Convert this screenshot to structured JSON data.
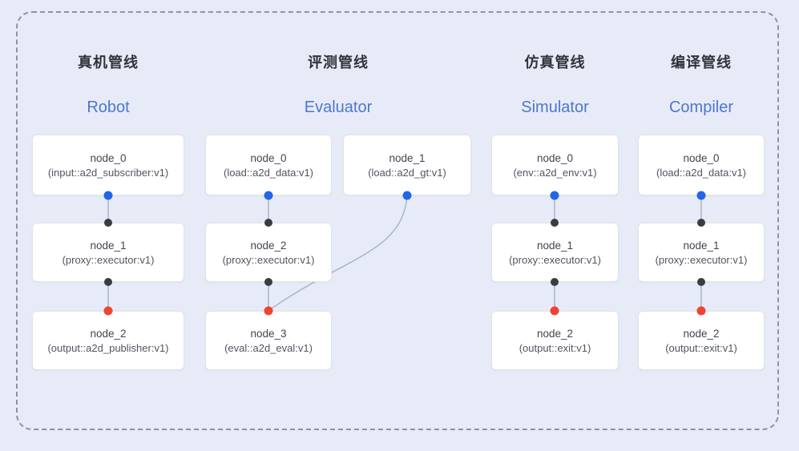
{
  "diagram": {
    "pipelines": [
      {
        "title": "真机管线",
        "subtitle": "Robot",
        "nodes": [
          {
            "name": "node_0",
            "type": "(input::a2d_subscriber:v1)",
            "port_bottom": "blue"
          },
          {
            "name": "node_1",
            "type": "(proxy::executor:v1)",
            "port_top": "dark",
            "port_bottom": "dark"
          },
          {
            "name": "node_2",
            "type": "(output::a2d_publisher:v1)",
            "port_top": "red"
          }
        ]
      },
      {
        "title": "评测管线",
        "subtitle": "Evaluator",
        "nodes": [
          {
            "name": "node_0",
            "type": "(load::a2d_data:v1)",
            "port_bottom": "blue"
          },
          {
            "name": "node_1",
            "type": "(load::a2d_gt:v1)",
            "port_bottom": "blue"
          },
          {
            "name": "node_2",
            "type": "(proxy::executor:v1)",
            "port_top": "dark",
            "port_bottom": "dark"
          },
          {
            "name": "node_3",
            "type": "(eval::a2d_eval:v1)",
            "port_top": "red"
          }
        ]
      },
      {
        "title": "仿真管线",
        "subtitle": "Simulator",
        "nodes": [
          {
            "name": "node_0",
            "type": "(env::a2d_env:v1)",
            "port_bottom": "blue"
          },
          {
            "name": "node_1",
            "type": "(proxy::executor:v1)",
            "port_top": "dark",
            "port_bottom": "dark"
          },
          {
            "name": "node_2",
            "type": "(output::exit:v1)",
            "port_top": "red"
          }
        ]
      },
      {
        "title": "编译管线",
        "subtitle": "Compiler",
        "nodes": [
          {
            "name": "node_0",
            "type": "(load::a2d_data:v1)",
            "port_bottom": "blue"
          },
          {
            "name": "node_1",
            "type": "(proxy::executor:v1)",
            "port_top": "dark",
            "port_bottom": "dark"
          },
          {
            "name": "node_2",
            "type": "(output::exit:v1)",
            "port_top": "red"
          }
        ]
      }
    ],
    "edges": [
      {
        "from": "Robot/node_0",
        "to": "Robot/node_1"
      },
      {
        "from": "Robot/node_1",
        "to": "Robot/node_2"
      },
      {
        "from": "Evaluator/node_0",
        "to": "Evaluator/node_2"
      },
      {
        "from": "Evaluator/node_1",
        "to": "Evaluator/node_3"
      },
      {
        "from": "Evaluator/node_2",
        "to": "Evaluator/node_3"
      },
      {
        "from": "Simulator/node_0",
        "to": "Simulator/node_1"
      },
      {
        "from": "Simulator/node_1",
        "to": "Simulator/node_2"
      },
      {
        "from": "Compiler/node_0",
        "to": "Compiler/node_1"
      },
      {
        "from": "Compiler/node_1",
        "to": "Compiler/node_2"
      }
    ],
    "colors": {
      "bg": "#e7ebf7",
      "dash": "#8d939e",
      "box-bg": "#ffffff",
      "box-border": "#e1e3e9",
      "title": "#2f333a",
      "subtitle": "#4d77cf",
      "node-name": "#41454d",
      "node-type": "#50555e",
      "port-blue": "#2166e8",
      "port-red": "#ee4532",
      "port-dark": "#3c3c3e",
      "edge": "#a7b1c2"
    }
  }
}
